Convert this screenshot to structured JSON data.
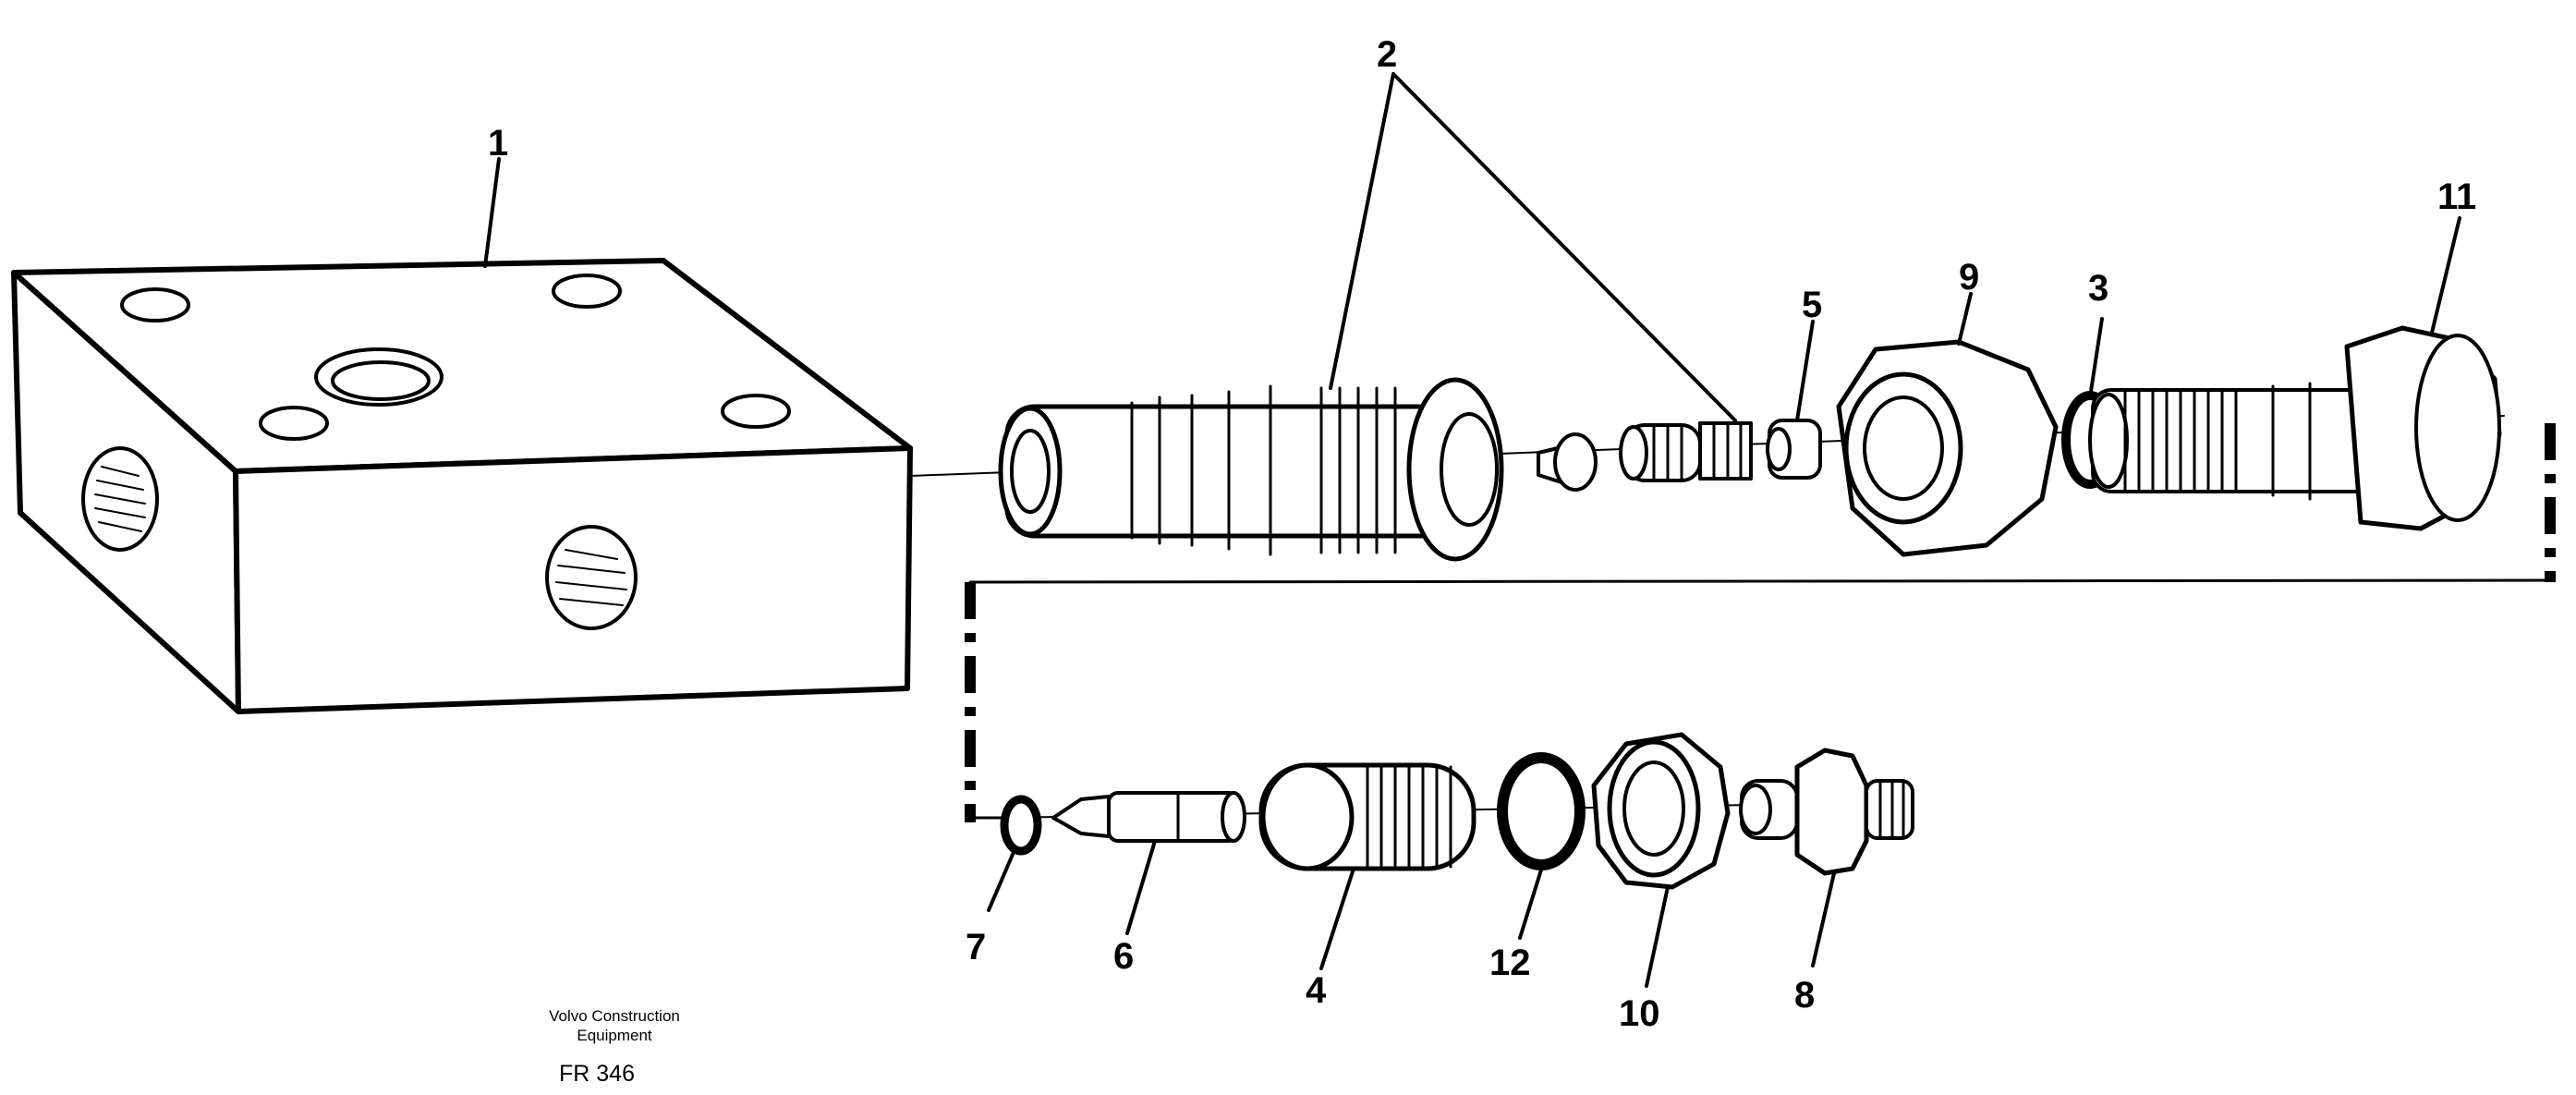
{
  "footer": {
    "company_line1": "Volvo Construction",
    "company_line2": "Equipment",
    "figure_code": "FR 346"
  },
  "callouts": {
    "c1": "1",
    "c2": "2",
    "c3": "3",
    "c4": "4",
    "c5": "5",
    "c6": "6",
    "c7": "7",
    "c8": "8",
    "c9": "9",
    "c10": "10",
    "c11": "11",
    "c12": "12"
  }
}
